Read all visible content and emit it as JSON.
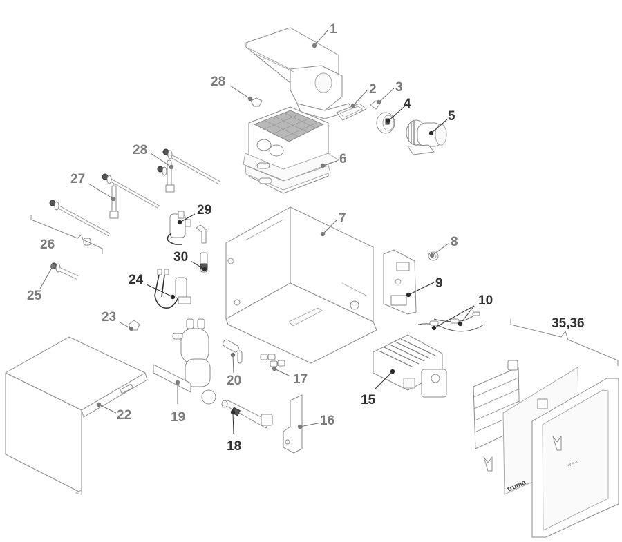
{
  "diagram": {
    "title": "",
    "type": "exploded-parts-view",
    "brand_mark": "truma",
    "panel_text": "AquaGo",
    "colors": {
      "label_primary": "#303030",
      "label_secondary": "#7b7b7b",
      "line_art": "#8a8a8a",
      "background": "#ffffff"
    },
    "callouts": [
      {
        "id": "c1",
        "text": "1",
        "emphasis": "secondary",
        "part": "burner-housing"
      },
      {
        "id": "c2",
        "text": "2",
        "emphasis": "secondary",
        "part": "gasket-flange"
      },
      {
        "id": "c3",
        "text": "3",
        "emphasis": "secondary",
        "part": "clip"
      },
      {
        "id": "c4",
        "text": "4",
        "emphasis": "primary",
        "part": "pressure-switch"
      },
      {
        "id": "c5",
        "text": "5",
        "emphasis": "primary",
        "part": "blower-motor"
      },
      {
        "id": "c6",
        "text": "6",
        "emphasis": "secondary",
        "part": "heat-exchanger"
      },
      {
        "id": "c7",
        "text": "7",
        "emphasis": "secondary",
        "part": "inner-casing"
      },
      {
        "id": "c8",
        "text": "8",
        "emphasis": "secondary",
        "part": "grommet"
      },
      {
        "id": "c9",
        "text": "9",
        "emphasis": "primary",
        "part": "control-board"
      },
      {
        "id": "c10",
        "text": "10",
        "emphasis": "primary",
        "part": "wire-harness-sensors"
      },
      {
        "id": "c15",
        "text": "15",
        "emphasis": "primary",
        "part": "burner-gas-valve-assembly"
      },
      {
        "id": "c16",
        "text": "16",
        "emphasis": "secondary",
        "part": "mounting-bracket"
      },
      {
        "id": "c17",
        "text": "17",
        "emphasis": "secondary",
        "part": "clips-set"
      },
      {
        "id": "c18",
        "text": "18",
        "emphasis": "primary",
        "part": "flow-sensor"
      },
      {
        "id": "c19",
        "text": "19",
        "emphasis": "secondary",
        "part": "pump-filter-assembly"
      },
      {
        "id": "c20",
        "text": "20",
        "emphasis": "secondary",
        "part": "valve-elbow"
      },
      {
        "id": "c22",
        "text": "22",
        "emphasis": "secondary",
        "part": "outer-cover"
      },
      {
        "id": "c23",
        "text": "23",
        "emphasis": "secondary",
        "part": "hose-clip"
      },
      {
        "id": "c24",
        "text": "24",
        "emphasis": "primary",
        "part": "pump-wiring"
      },
      {
        "id": "c25",
        "text": "25",
        "emphasis": "secondary",
        "part": "short-fitting"
      },
      {
        "id": "c26",
        "text": "26",
        "emphasis": "secondary",
        "part": "pipe-fitting-set"
      },
      {
        "id": "c27",
        "text": "27",
        "emphasis": "secondary",
        "part": "pipe-with-elbow"
      },
      {
        "id": "c28a",
        "text": "28",
        "emphasis": "secondary",
        "part": "small-clip"
      },
      {
        "id": "c28b",
        "text": "28",
        "emphasis": "secondary",
        "part": "double-pipe-fitting"
      },
      {
        "id": "c29",
        "text": "29",
        "emphasis": "primary",
        "part": "solenoid-valve"
      },
      {
        "id": "c30",
        "text": "30",
        "emphasis": "primary",
        "part": "check-valve"
      },
      {
        "id": "c35",
        "text": "35,36",
        "emphasis": "primary",
        "part": "access-door-kit"
      }
    ]
  }
}
